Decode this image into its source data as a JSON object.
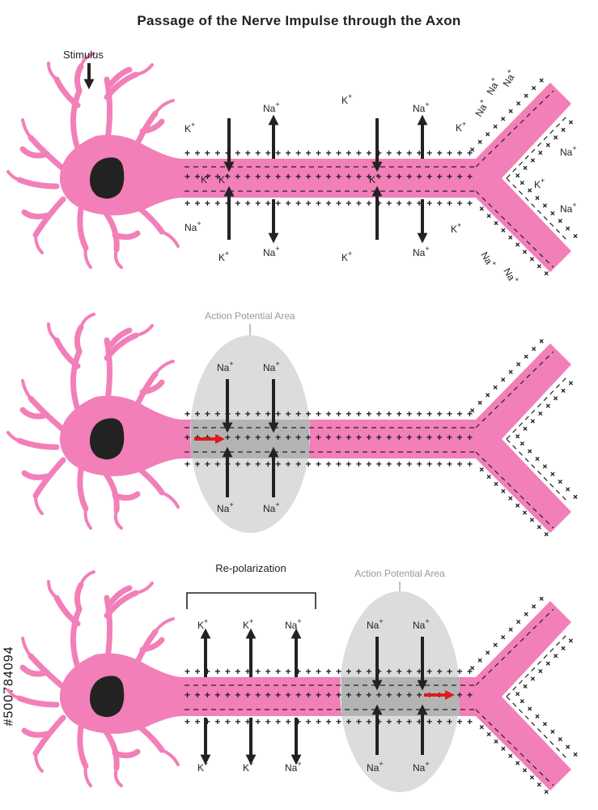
{
  "title": "Passage of the Nerve Impulse through the Axon",
  "panel1": {
    "stimulus_label": "Stimulus",
    "ions": {
      "k1": "K",
      "na1": "Na",
      "k2": "K",
      "na2": "Na",
      "k_in1": "K",
      "k_in2": "K",
      "k_in3": "K",
      "na_b1": "Na",
      "k_b1": "K",
      "na_b2": "Na",
      "k_b2": "K",
      "na_b3": "Na",
      "tr_k": "K",
      "tr_na1": "Na",
      "tr_na2": "Na",
      "tr_na3": "Na",
      "tr_k2": "K",
      "tr_na4": "Na",
      "tr_k3": "K",
      "tr_na5": "Na",
      "tr_na6": "Na",
      "tr_na7": "Na"
    }
  },
  "panel2": {
    "action_potential_label": "Action Potential Area",
    "ions": {
      "na1": "Na",
      "na2": "Na",
      "na3": "Na",
      "na4": "Na"
    }
  },
  "panel3": {
    "repolarization_label": "Re-polarization",
    "action_potential_label": "Action Potential Area",
    "ions": {
      "k1": "K",
      "k2": "K",
      "na1": "Na",
      "na2": "Na",
      "na3": "Na",
      "k3": "K",
      "k4": "K",
      "na4": "Na",
      "na5": "Na",
      "na6": "Na"
    }
  },
  "plus_sign": "+",
  "stock_id": "#500784094",
  "colors": {
    "neuron": "#f27fb8",
    "nucleus": "#222222",
    "ap_zone": "#dcdcdc",
    "ap_core": "#b4b4b4",
    "arrow": "#222222",
    "impulse_arrow": "#e3181c",
    "label_gray": "#999999"
  }
}
